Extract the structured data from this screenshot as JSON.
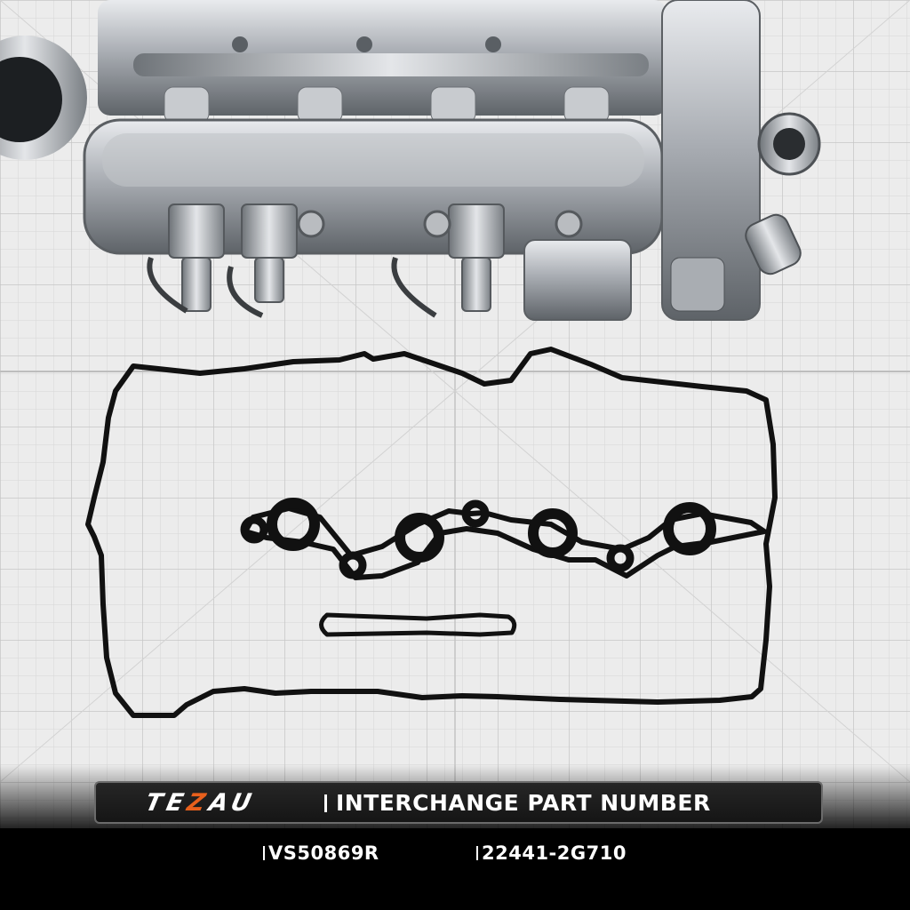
{
  "brand": {
    "name_start": "TE",
    "name_accent": "Z",
    "name_end": "AU"
  },
  "banner": {
    "separator": "|",
    "title": "INTERCHANGE PART NUMBER"
  },
  "part_numbers": [
    "VS50869R",
    "22441-2G710"
  ],
  "colors": {
    "accent": "#e8601c",
    "grid_background": "#ececec",
    "banner_background": "#1c1c1c",
    "gasket": "#111111",
    "engine_metal": "#9a9ea3"
  },
  "icons": [
    "engine-cylinder-head-image",
    "valve-cover-gasket-image",
    "spark-plug-tube-seal-image",
    "small-seal-gasket-image"
  ]
}
